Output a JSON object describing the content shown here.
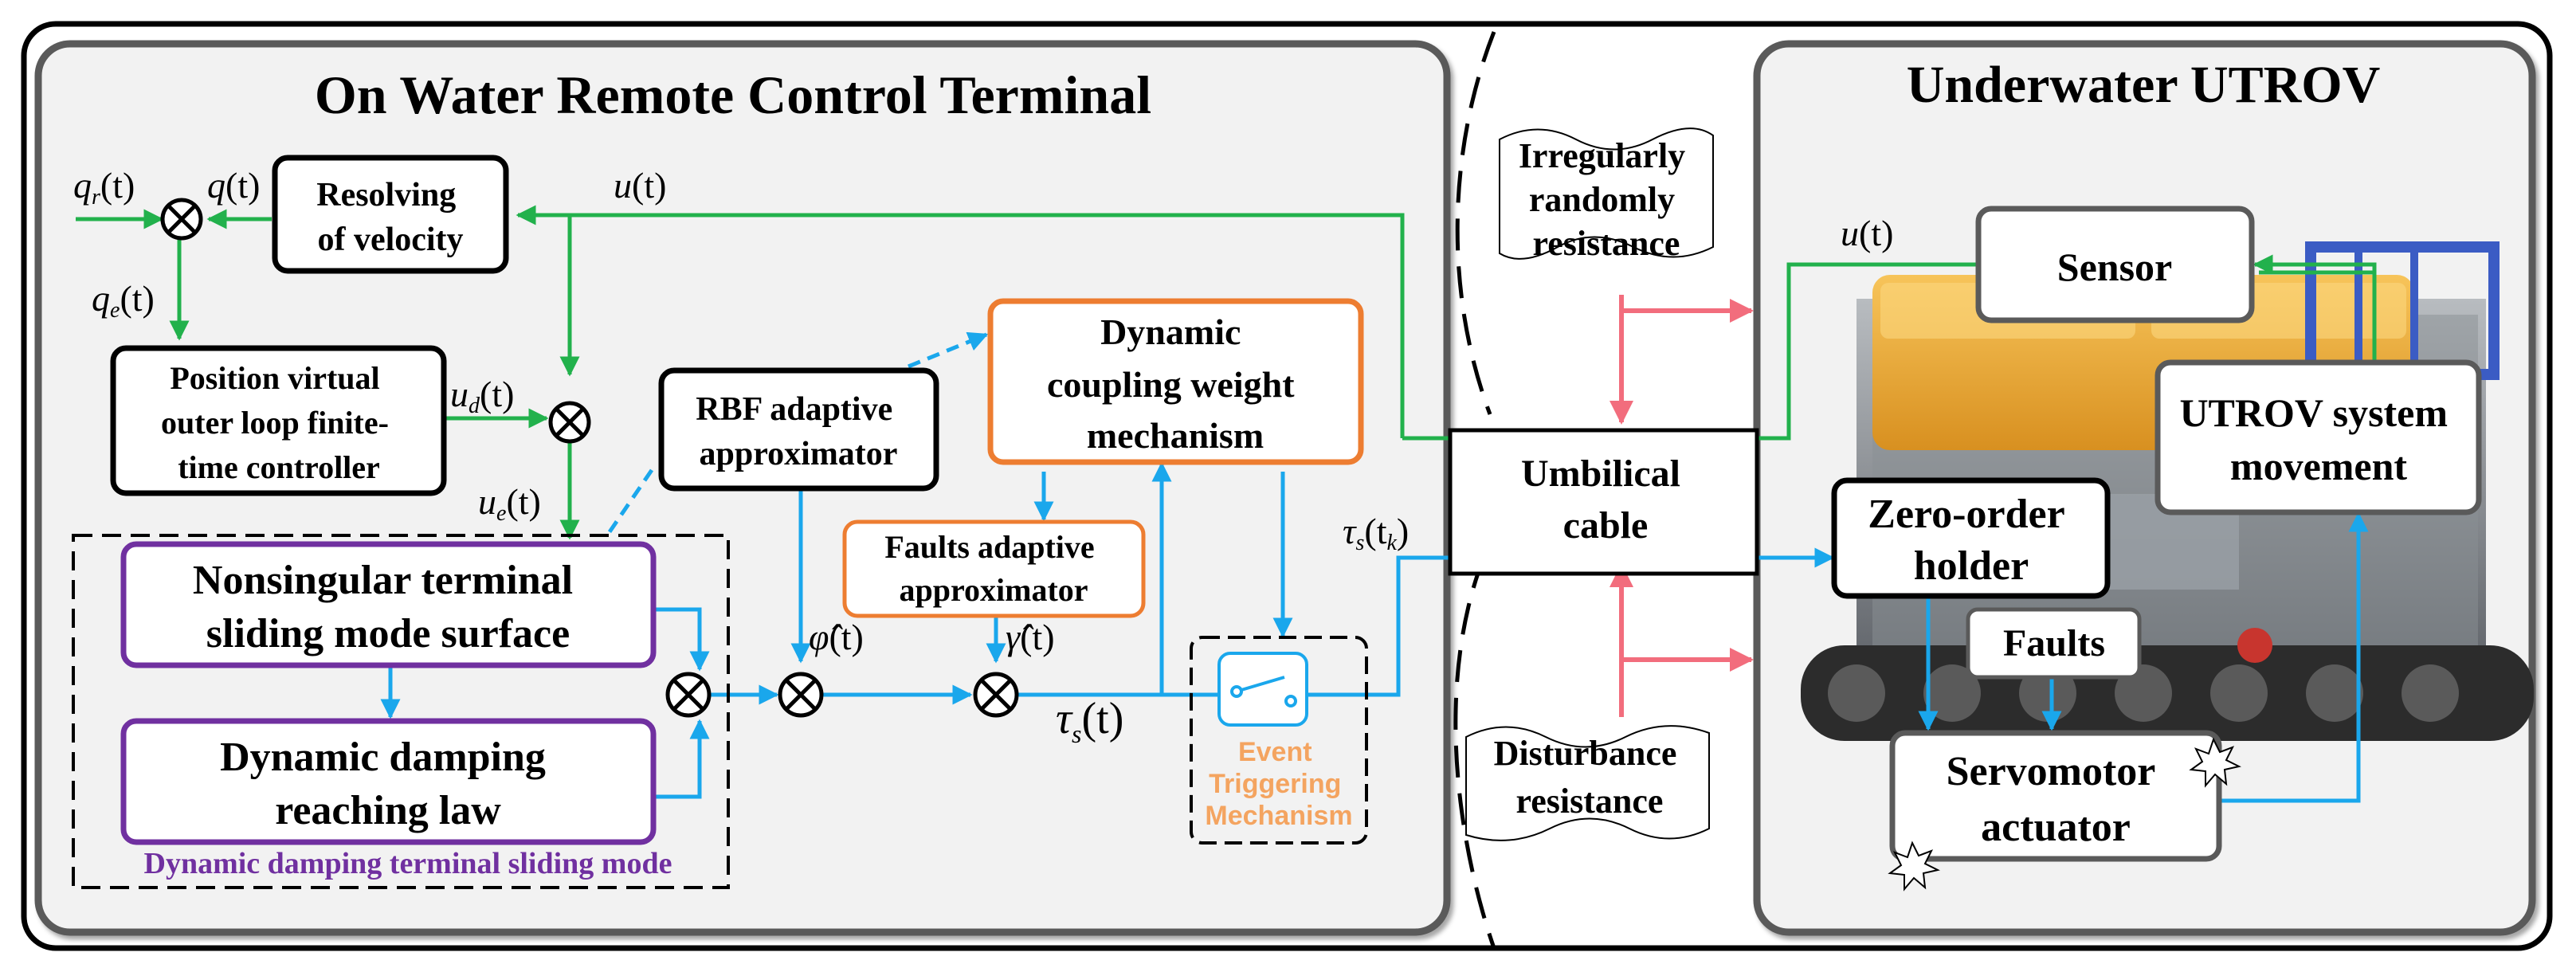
{
  "left_panel": {
    "title": "On Water Remote Control Terminal"
  },
  "right_panel": {
    "title": "Underwater UTROV"
  },
  "blocks": {
    "resolving": [
      "Resolving",
      "of velocity"
    ],
    "position_controller": [
      "Position virtual",
      "outer loop finite-",
      "time controller"
    ],
    "rbf": [
      "RBF adaptive",
      "approximator"
    ],
    "dynamic_coupling": [
      "Dynamic",
      "coupling weight",
      "mechanism"
    ],
    "faults_approx": [
      "Faults adaptive",
      "approximator"
    ],
    "nts_surface": [
      "Nonsingular terminal",
      "sliding mode surface"
    ],
    "damping_law": [
      "Dynamic damping",
      "reaching law"
    ],
    "dashed_group_label": "Dynamic damping terminal sliding mode",
    "event_trigger": [
      "Event",
      "Triggering",
      "Mechanism"
    ],
    "sensor": "Sensor",
    "utrov_movement": [
      "UTROV system",
      "movement"
    ],
    "zero_order": [
      "Zero-order",
      "holder"
    ],
    "faults": "Faults",
    "servomotor": [
      "Servomotor",
      "actuator"
    ]
  },
  "cable": {
    "irregular_resistance": [
      "Irregularly",
      "randomly",
      "resistance"
    ],
    "umbilical": [
      "Umbilical",
      "cable"
    ],
    "disturbance_resistance": [
      "Disturbance",
      "resistance"
    ]
  },
  "signals": {
    "qr": {
      "main": "q",
      "sub": "r",
      "tail": "(t)"
    },
    "q": {
      "main": "q",
      "sub": "",
      "tail": "(t)"
    },
    "qe": {
      "main": "q",
      "sub": "e",
      "tail": "(t)"
    },
    "u_top": {
      "main": "u",
      "sub": "",
      "tail": "(t)"
    },
    "ud": {
      "main": "u",
      "sub": "d",
      "tail": "(t)"
    },
    "ue": {
      "main": "u",
      "sub": "e",
      "tail": "(t)"
    },
    "phi": {
      "main": "φ̂",
      "sub": "",
      "tail": "(t)"
    },
    "gamma": {
      "main": "γ̂",
      "sub": "",
      "tail": "(t)"
    },
    "tau_s": {
      "main": "τ",
      "sub": "s",
      "tail": "(t)"
    },
    "tau_tk": {
      "main": "τ",
      "sub": "s",
      "tail": "(t",
      "sub2": "k",
      "tail2": ")"
    },
    "u_right": {
      "main": "u",
      "sub": "",
      "tail": "(t)"
    }
  },
  "colors": {
    "green": "#22b14c",
    "blue": "#1aa7ec",
    "red": "#f26d7d",
    "purple": "#7030a0",
    "orange": "#ed7d31",
    "panel_fill": "#f2f2f2"
  }
}
